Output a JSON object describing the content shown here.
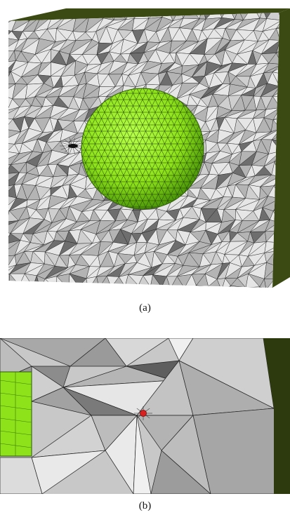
{
  "figure": {
    "subfigures": [
      {
        "id": "a",
        "caption": "(a)",
        "content": "tetrahedral-mesh-cube-cutaway-with-sphere"
      },
      {
        "id": "b",
        "caption": "(b)",
        "content": "zoomed-mesh-with-red-point-marker"
      }
    ],
    "colors": {
      "mesh_light": "#e6e6e6",
      "mesh_mid": "#b4b4b4",
      "mesh_dark": "#6e6e6e",
      "sphere": "#8ee21a",
      "sphere_dark": "#4f9a0a",
      "side_face": "#3a4a12",
      "marker": "#d92020",
      "edge": "#222222"
    }
  }
}
